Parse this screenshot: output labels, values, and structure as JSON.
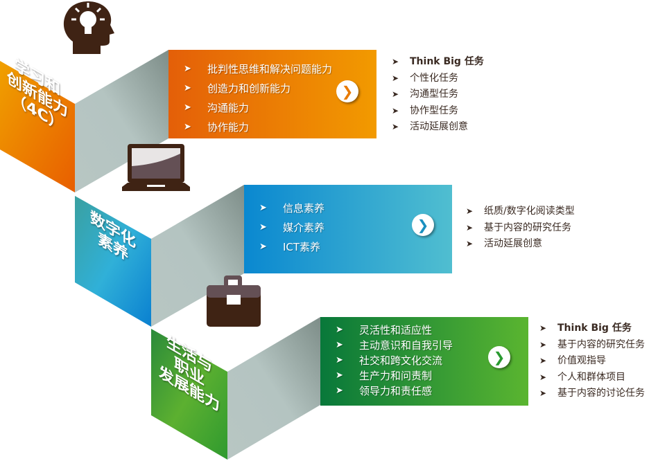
{
  "colors": {
    "orange": "#e8650a",
    "blue": "#0a8fd0",
    "green": "#1e8a3a",
    "icon": "#3f2314",
    "grey": "#a9b8b5"
  },
  "sections": [
    {
      "label": "学习和\n创新能力\n（4C）",
      "skills": [
        "批判性思维和解决问题能力",
        "创造力和创新能力",
        "沟通能力",
        "协作能力"
      ],
      "tasks": [
        "Think Big 任务",
        "个性化任务",
        "沟通型任务",
        "协作型任务",
        "活动延展创意"
      ],
      "icon": "lightbulb-head-icon"
    },
    {
      "label": "数字化\n素养",
      "skills": [
        "信息素养",
        "媒介素养",
        "ICT素养"
      ],
      "tasks": [
        "纸质/数字化阅读类型",
        "基于内容的研究任务",
        "活动延展创意"
      ],
      "icon": "laptop-icon"
    },
    {
      "label": "生活与\n职业\n发展能力",
      "skills": [
        "灵活性和适应性",
        "主动意识和自我引导",
        "社交和跨文化交流",
        "生产力和问责制",
        "领导力和责任感"
      ],
      "tasks": [
        "Think Big 任务",
        "基于内容的研究任务",
        "价值观指导",
        "个人和群体项目",
        "基于内容的讨论任务"
      ],
      "icon": "briefcase-icon"
    }
  ],
  "bullet": "➤",
  "go_glyph": "❯"
}
